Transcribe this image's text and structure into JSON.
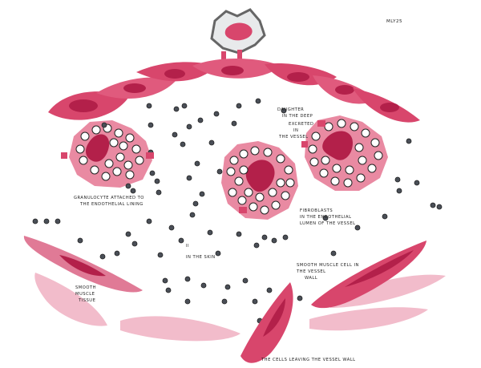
{
  "figure": {
    "code": "MLY25"
  },
  "labels": {
    "cell_top_1": "DAUGHTER",
    "cell_top_2": "IN THE DEEP",
    "cell_top_3": "EXCRETED",
    "cell_top_4": "IN",
    "cell_top_5": "THE VESSEL",
    "left_cluster_1": "GRANULOCYTE ATTACHED TO",
    "left_cluster_2": "THE ENDOTHELIAL LINING",
    "right_cluster_1": "FIBROBLASTS",
    "right_cluster_2": "IN THE ENDOTHELIAL",
    "right_cluster_3": "LUMEN OF THE VESSEL",
    "center_1": "II",
    "center_2": "IN THE SKIN",
    "right_muscle_1": "SMOOTH MUSCLE CELL IN",
    "right_muscle_2": "THE VESSEL",
    "right_muscle_3": "WALL",
    "left_muscle_1": "SMOOTH",
    "left_muscle_2": "MUSCLE",
    "left_muscle_3": "TISSUE",
    "bottom": "THE CELLS LEAVING THE VESSEL WALL"
  },
  "colors": {
    "cell_pink": "#d8466c",
    "cell_light": "#e98aa2",
    "cell_dark": "#b3204a",
    "tissue_pale": "#f2bccb",
    "dot": "#4a4f57",
    "gray_cell": "#9aa0a6"
  }
}
